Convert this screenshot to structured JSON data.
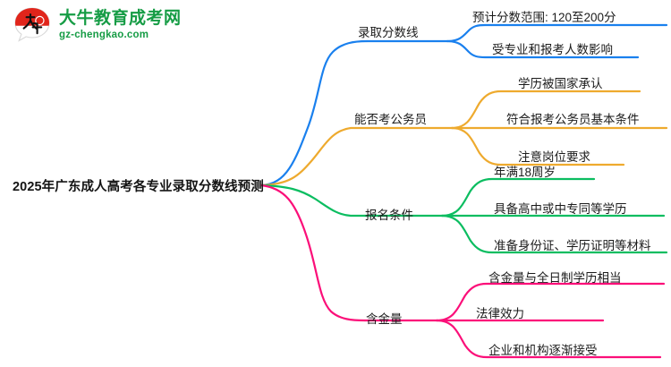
{
  "logo": {
    "mark_characters": "大牛",
    "title": "大牛教育成考网",
    "subtitle": "gz-chengkao.com",
    "brand_color": "#169c45",
    "mark_accent_color": "#e1251b"
  },
  "mindmap": {
    "type": "mind-map",
    "root": {
      "label": "2025年广东成人高考各专业录取分数线预测"
    },
    "branches": [
      {
        "label": "录取分数线",
        "color": "#1a80ee",
        "children": [
          {
            "label": "预计分数范围: 120至200分"
          },
          {
            "label": "受专业和报考人数影响"
          }
        ]
      },
      {
        "label": "能否考公务员",
        "color": "#eeaa2e",
        "children": [
          {
            "label": "学历被国家承认"
          },
          {
            "label": "符合报考公务员基本条件"
          },
          {
            "label": "注意岗位要求"
          }
        ]
      },
      {
        "label": "报名条件",
        "color": "#0bbd60",
        "children": [
          {
            "label": "年满18周岁"
          },
          {
            "label": "具备高中或中专同等学历"
          },
          {
            "label": "准备身份证、学历证明等材料"
          }
        ]
      },
      {
        "label": "含金量",
        "color": "#fb0f79",
        "children": [
          {
            "label": "含金量与全日制学历相当"
          },
          {
            "label": "法律效力"
          },
          {
            "label": "企业和机构逐渐接受"
          }
        ]
      }
    ]
  }
}
